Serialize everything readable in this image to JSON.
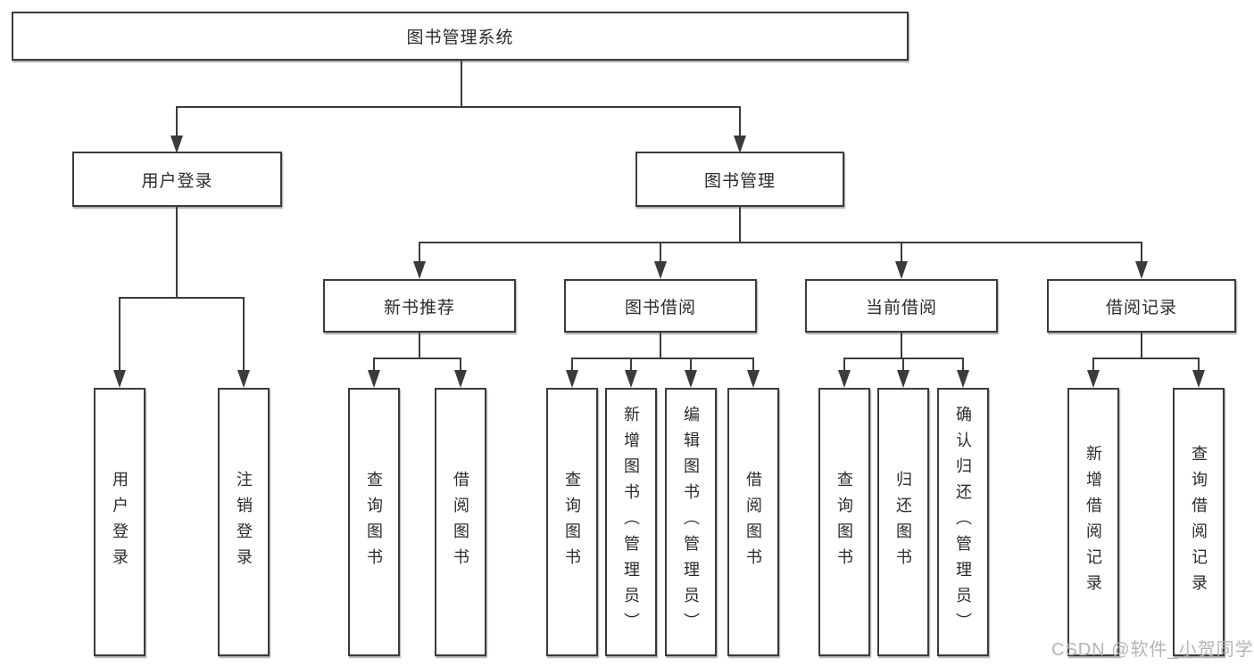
{
  "diagram_type": "hierarchy-tree",
  "nodes": {
    "root": "图书管理系统",
    "user_login": "用户登录",
    "book_management": "图书管理",
    "new_book_recommend": "新书推荐",
    "book_borrowing": "图书借阅",
    "current_borrowing": "当前借阅",
    "borrowing_records": "借阅记录",
    "leaf_user_login": "用户登录",
    "leaf_logout": "注销登录",
    "leaf_query_book_1": "查询图书",
    "leaf_borrow_book_1": "借阅图书",
    "leaf_query_book_2": "查询图书",
    "leaf_add_book_admin": "新增图书（管理员）",
    "leaf_edit_book_admin": "编辑图书（管理员）",
    "leaf_borrow_book_2": "借阅图书",
    "leaf_query_book_3": "查询图书",
    "leaf_return_book": "归还图书",
    "leaf_confirm_return_admin": "确认归还（管理员）",
    "leaf_add_borrow_record": "新增借阅记录",
    "leaf_query_borrow_record": "查询借阅记录"
  },
  "watermark": "CSDN @软件_小贺同学",
  "colors": {
    "line": "#3b3b3b",
    "text": "#2b2b2b",
    "box_background": "#ffffff",
    "watermark": "#b5b5b5"
  }
}
